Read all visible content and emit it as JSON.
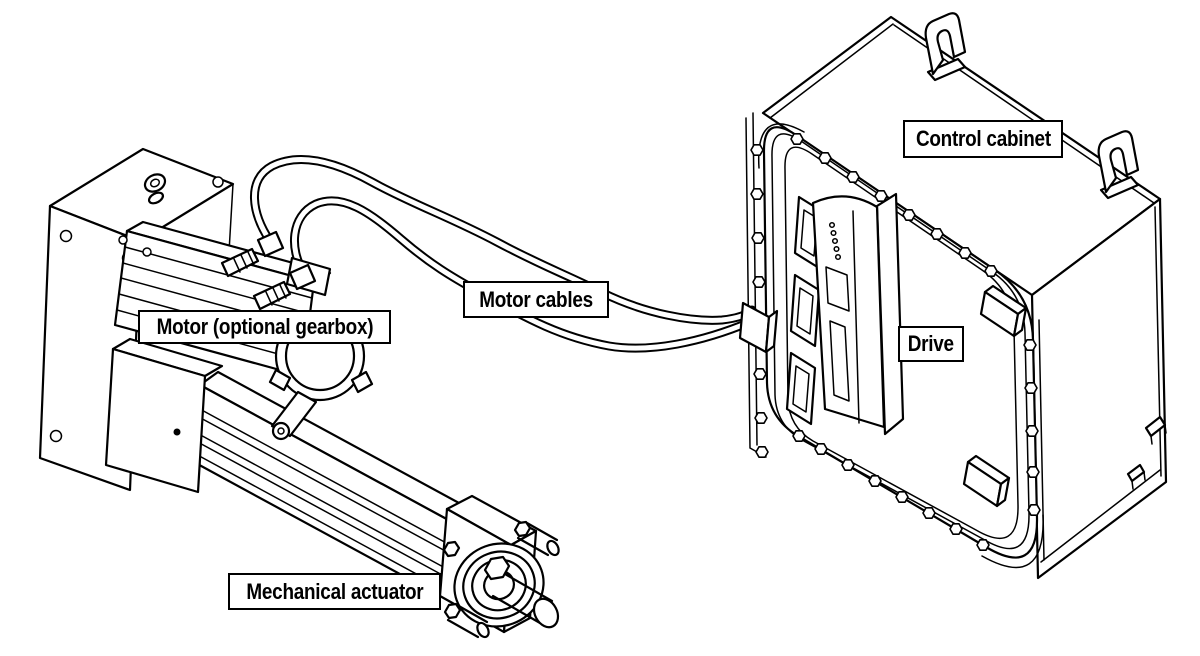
{
  "page": {
    "background_color": "#ffffff"
  },
  "diagram": {
    "line_color": "#000000",
    "label_style": {
      "background": "#ffffff",
      "border_color": "#000000",
      "text_color": "#000000"
    },
    "labels": {
      "motor": "Motor (optional gearbox)",
      "motor_cables": "Motor cables",
      "control_cabinet": "Control cabinet",
      "drive": "Drive",
      "mechanical_actuator": "Mechanical actuator"
    },
    "drive_panel": {
      "led_count": 5
    }
  }
}
